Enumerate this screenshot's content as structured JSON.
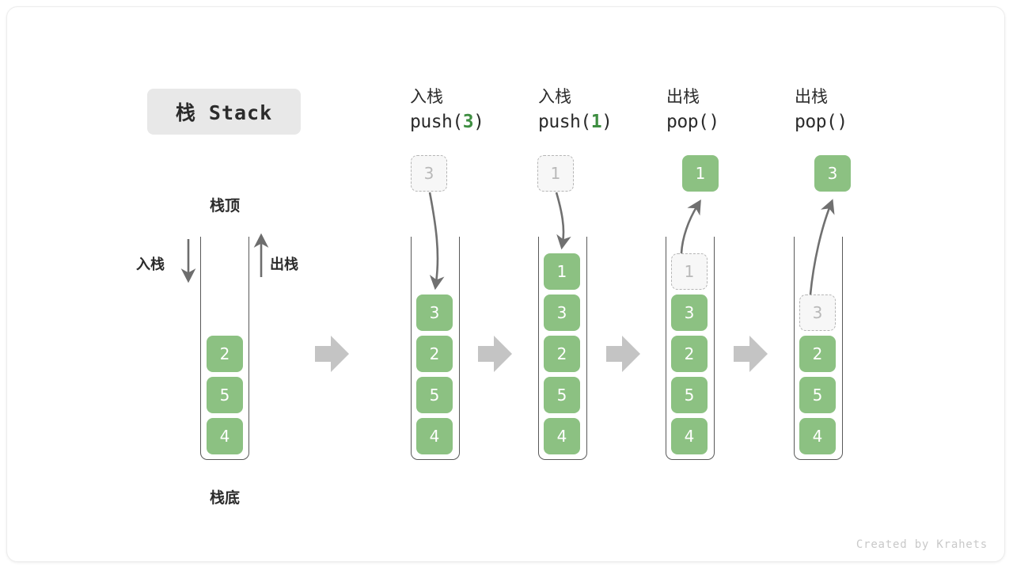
{
  "title_badge": {
    "label": "栈 Stack"
  },
  "labels": {
    "top": "栈顶",
    "bottom": "栈底",
    "push_side": "入栈",
    "pop_side": "出栈"
  },
  "colors": {
    "block_green": "#8cc182",
    "block_text": "#ffffff",
    "ghost_fill": "#f7f7f7",
    "ghost_border": "#b5b5b5",
    "ghost_text": "#b9b9b9",
    "arrow_gray": "#c4c4c4",
    "curve_gray": "#707070",
    "accent_green": "#3e8e41",
    "badge_bg": "#e8e8e8",
    "text_dark": "#2b2b2b"
  },
  "steps": [
    {
      "id": "initial",
      "caption_cn": "",
      "caption_code": "",
      "code_prefix": "",
      "code_arg": "",
      "code_suffix": "",
      "blocks": [
        "2",
        "5",
        "4"
      ],
      "ghost_index": -1,
      "floating": null
    },
    {
      "id": "push-3",
      "caption_cn": "入栈",
      "code_prefix": "push(",
      "code_arg": "3",
      "code_suffix": ")",
      "blocks": [
        "3",
        "2",
        "5",
        "4"
      ],
      "ghost_index": -1,
      "floating": {
        "value": "3",
        "style": "ghost",
        "direction": "down"
      }
    },
    {
      "id": "push-1",
      "caption_cn": "入栈",
      "code_prefix": "push(",
      "code_arg": "1",
      "code_suffix": ")",
      "blocks": [
        "1",
        "3",
        "2",
        "5",
        "4"
      ],
      "ghost_index": -1,
      "floating": {
        "value": "1",
        "style": "ghost",
        "direction": "down"
      }
    },
    {
      "id": "pop-1",
      "caption_cn": "出栈",
      "code_prefix": "pop(",
      "code_arg": "",
      "code_suffix": ")",
      "blocks": [
        "1",
        "3",
        "2",
        "5",
        "4"
      ],
      "ghost_index": 0,
      "floating": {
        "value": "1",
        "style": "solid",
        "direction": "up"
      }
    },
    {
      "id": "pop-3",
      "caption_cn": "出栈",
      "code_prefix": "pop(",
      "code_arg": "",
      "code_suffix": ")",
      "blocks": [
        "3",
        "2",
        "5",
        "4"
      ],
      "ghost_index": 0,
      "floating": {
        "value": "3",
        "style": "solid",
        "direction": "up"
      }
    }
  ],
  "watermark": "Created by Krahets"
}
